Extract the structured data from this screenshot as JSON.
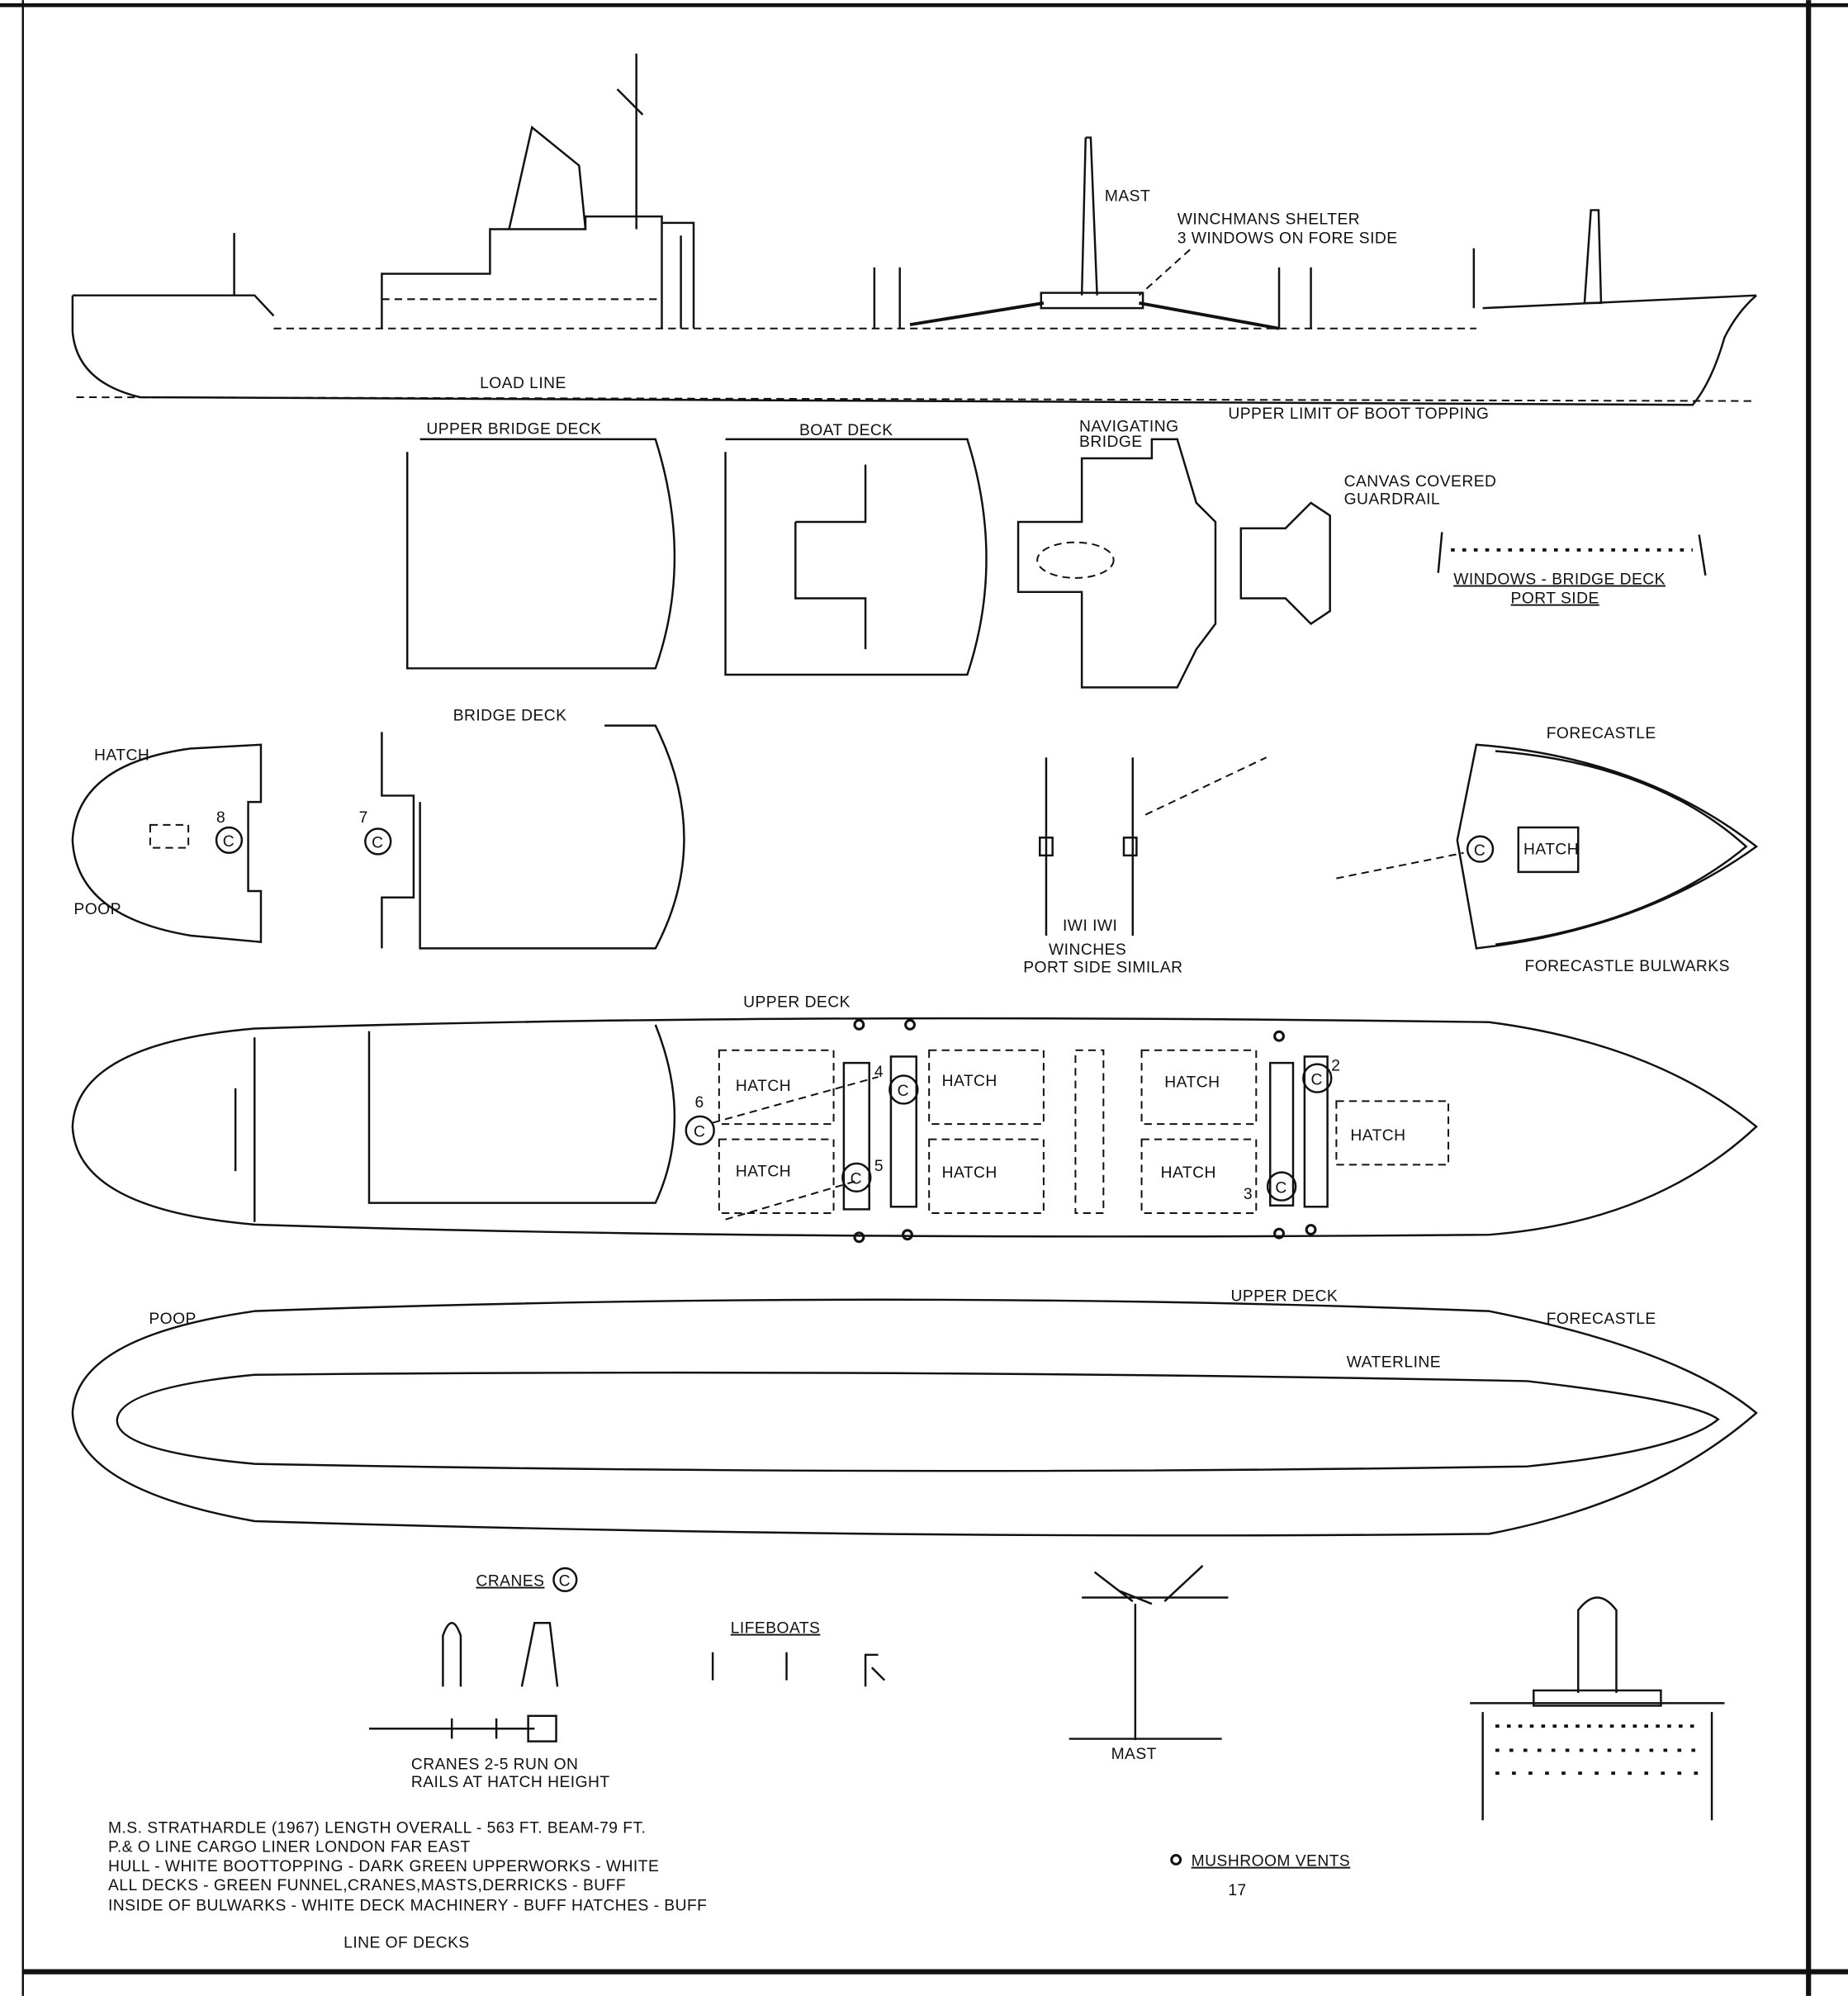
{
  "profile": {
    "mast": "MAST",
    "winch_shelter": [
      "WINCHMANS SHELTER",
      "3 WINDOWS ON FORE SIDE"
    ],
    "load_line": "LOAD LINE",
    "boot_topping": "UPPER LIMIT OF BOOT TOPPING"
  },
  "decks": {
    "upper_bridge": "UPPER BRIDGE DECK",
    "boat": "BOAT DECK",
    "navigating": [
      "NAVIGATING",
      "BRIDGE"
    ],
    "guardrail": [
      "CANVAS COVERED",
      "GUARDRAIL"
    ],
    "windows": [
      "WINDOWS - BRIDGE DECK",
      "PORT SIDE"
    ],
    "bridge": "BRIDGE DECK",
    "hatch": "HATCH",
    "poop": "POOP",
    "winches": [
      "WINCHES",
      "PORT SIDE SIMILAR"
    ],
    "winch_marks": "IWI IWI",
    "forecastle": "FORECASTLE",
    "forecastle_bulwarks": "FORECASTLE BULWARKS",
    "upper_deck": "UPPER DECK",
    "waterline": "WATERLINE",
    "crane_numbers": [
      "2",
      "3",
      "4",
      "5",
      "6",
      "7",
      "8"
    ]
  },
  "details": {
    "cranes": "CRANES",
    "crane_symbol": "C",
    "lifeboats": "LIFEBOATS",
    "mast": "MAST",
    "cranes_note": [
      "CRANES 2-5 RUN ON",
      "RAILS AT HATCH HEIGHT"
    ],
    "mushroom_vents": "MUSHROOM VENTS",
    "page_number": "17"
  },
  "notes": [
    "M.S. STRATHARDLE (1967) LENGTH OVERALL - 563 FT. BEAM-79 FT.",
    "P.& O LINE   CARGO LINER   LONDON  FAR EAST",
    "HULL - WHITE  BOOTTOPPING - DARK GREEN  UPPERWORKS - WHITE",
    "ALL DECKS - GREEN  FUNNEL,CRANES,MASTS,DERRICKS - BUFF",
    "INSIDE OF BULWARKS - WHITE  DECK MACHINERY - BUFF  HATCHES - BUFF"
  ],
  "footer": "LINE OF DECKS"
}
